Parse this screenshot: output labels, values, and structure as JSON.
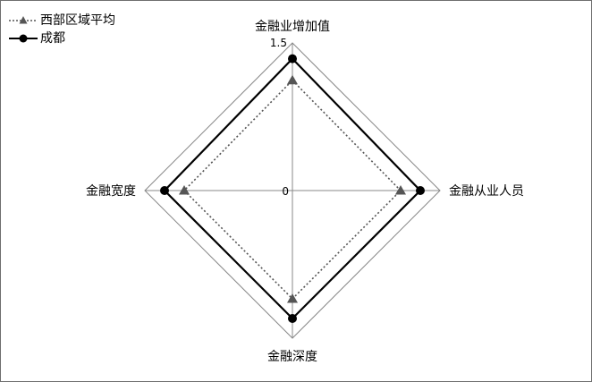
{
  "chart_data": {
    "type": "radar",
    "axes": [
      "金融业增加值",
      "金融从业人员",
      "金融深度",
      "金融宽度"
    ],
    "range": [
      0,
      1.5
    ],
    "tick_labels": [
      "0",
      "1.5"
    ],
    "series": [
      {
        "name": "西部区域平均",
        "values": [
          1.12,
          1.1,
          1.1,
          1.1
        ],
        "color": "#555555",
        "line": "dotted",
        "marker": "triangle"
      },
      {
        "name": "成都",
        "values": [
          1.34,
          1.3,
          1.3,
          1.3
        ],
        "color": "#000000",
        "line": "solid",
        "marker": "circle"
      }
    ],
    "legend_position": "top-left",
    "grid": true
  }
}
